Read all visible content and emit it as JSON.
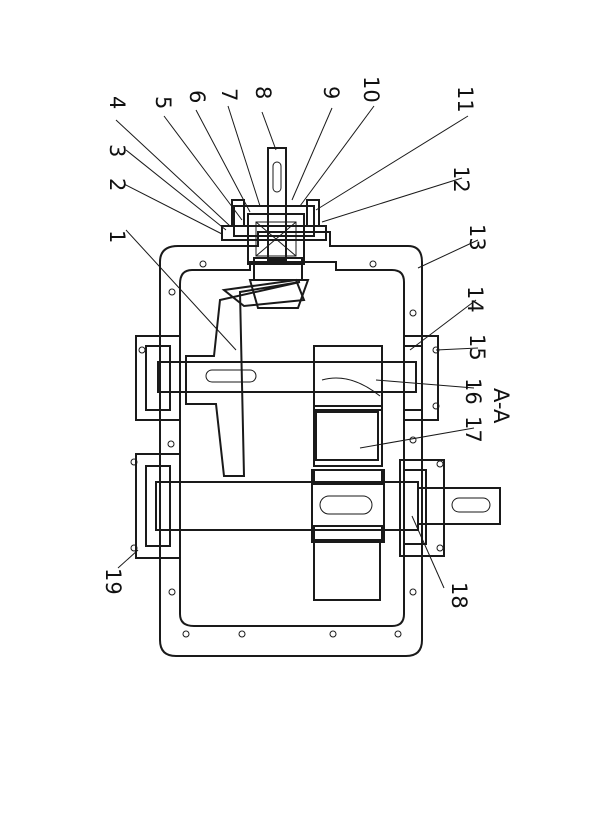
{
  "labels": {
    "n1": "1",
    "n2": "2",
    "n3": "3",
    "n4": "4",
    "n5": "5",
    "n6": "6",
    "n7": "7",
    "n8": "8",
    "n9": "9",
    "n10": "10",
    "n11": "11",
    "n12": "12",
    "n13": "13",
    "n14": "14",
    "n15": "15",
    "n16": "16",
    "n17": "17",
    "n18": "18",
    "n19": "19",
    "section": "A-A"
  },
  "colors": {
    "ink": "#1a1a1a",
    "paper": "#ffffff"
  }
}
